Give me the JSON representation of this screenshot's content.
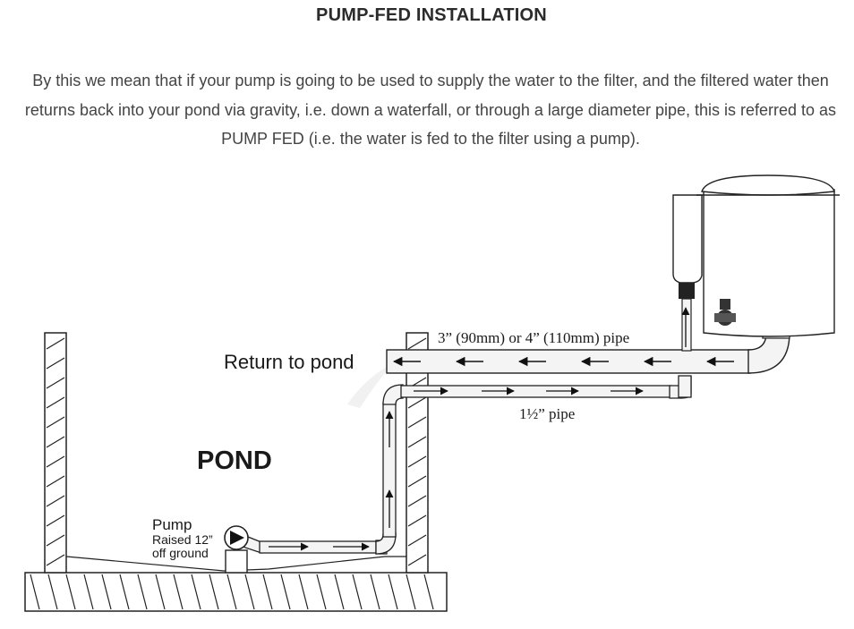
{
  "heading": "PUMP-FED INSTALLATION",
  "description": "By this we mean that if your pump is going to be used to supply the water to the filter, and the filtered water then returns back into your pond via gravity, i.e. down a waterfall, or through a large diameter pipe, this is referred to as PUMP FED (i.e. the water is fed to the filter using a pump).",
  "diagram": {
    "return_label": "Return to pond",
    "large_pipe_label": "3” (90mm) or 4” (110mm) pipe",
    "small_pipe_label": "1½” pipe",
    "pond_label": "POND",
    "pump_label": "Pump",
    "pump_note_1": "Raised 12”",
    "pump_note_2": "off ground"
  }
}
